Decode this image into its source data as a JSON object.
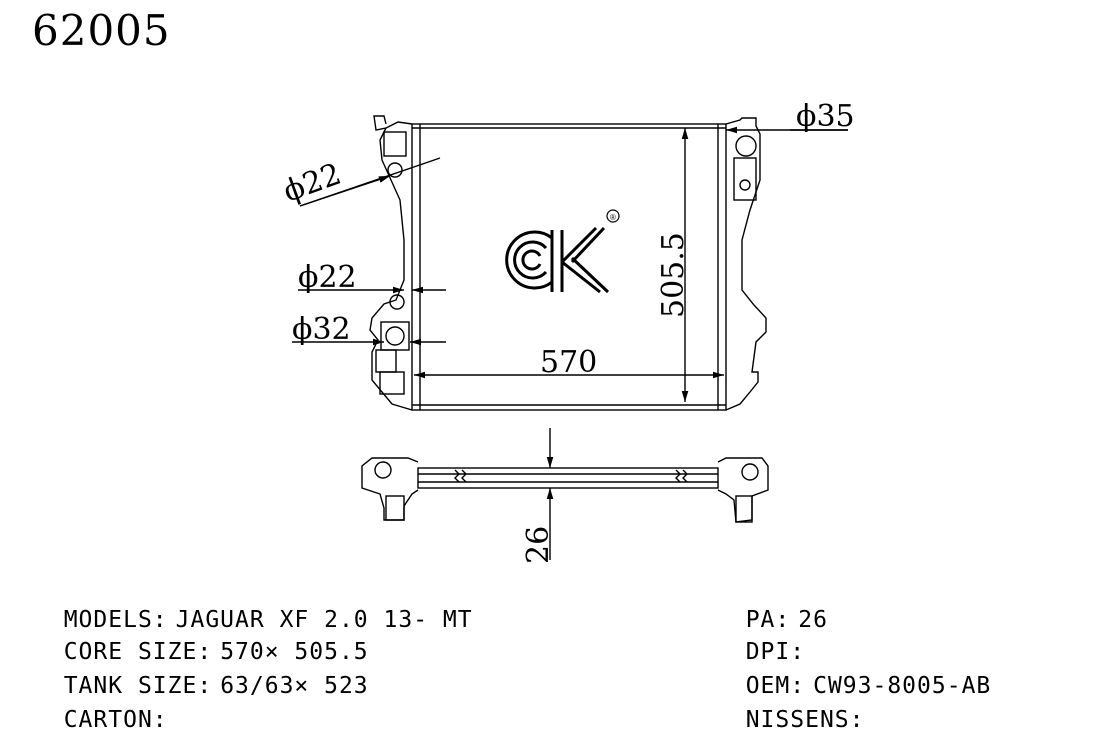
{
  "part_number": "62005",
  "dimensions": {
    "inlet_dia": "ϕ35",
    "upper_hose_dia": "ϕ22",
    "middle_port_dia": "ϕ22",
    "outlet_dia": "ϕ32",
    "core_width": "570",
    "core_height": "505.5",
    "core_thickness": "26"
  },
  "logo": {
    "text": "ck",
    "registered": "®"
  },
  "specs_left": [
    {
      "label": "MODELS:",
      "value": "JAGUAR XF 2.0 13- MT"
    },
    {
      "label": "CORE SIZE:",
      "value": "570× 505.5"
    },
    {
      "label": "TANK SIZE:",
      "value": "63/63× 523"
    },
    {
      "label": "CARTON:",
      "value": ""
    }
  ],
  "specs_right": [
    {
      "label": "PA:",
      "value": "26"
    },
    {
      "label": "DPI:",
      "value": ""
    },
    {
      "label": "OEM:",
      "value": "CW93-8005-AB"
    },
    {
      "label": "NISSENS:",
      "value": ""
    }
  ]
}
